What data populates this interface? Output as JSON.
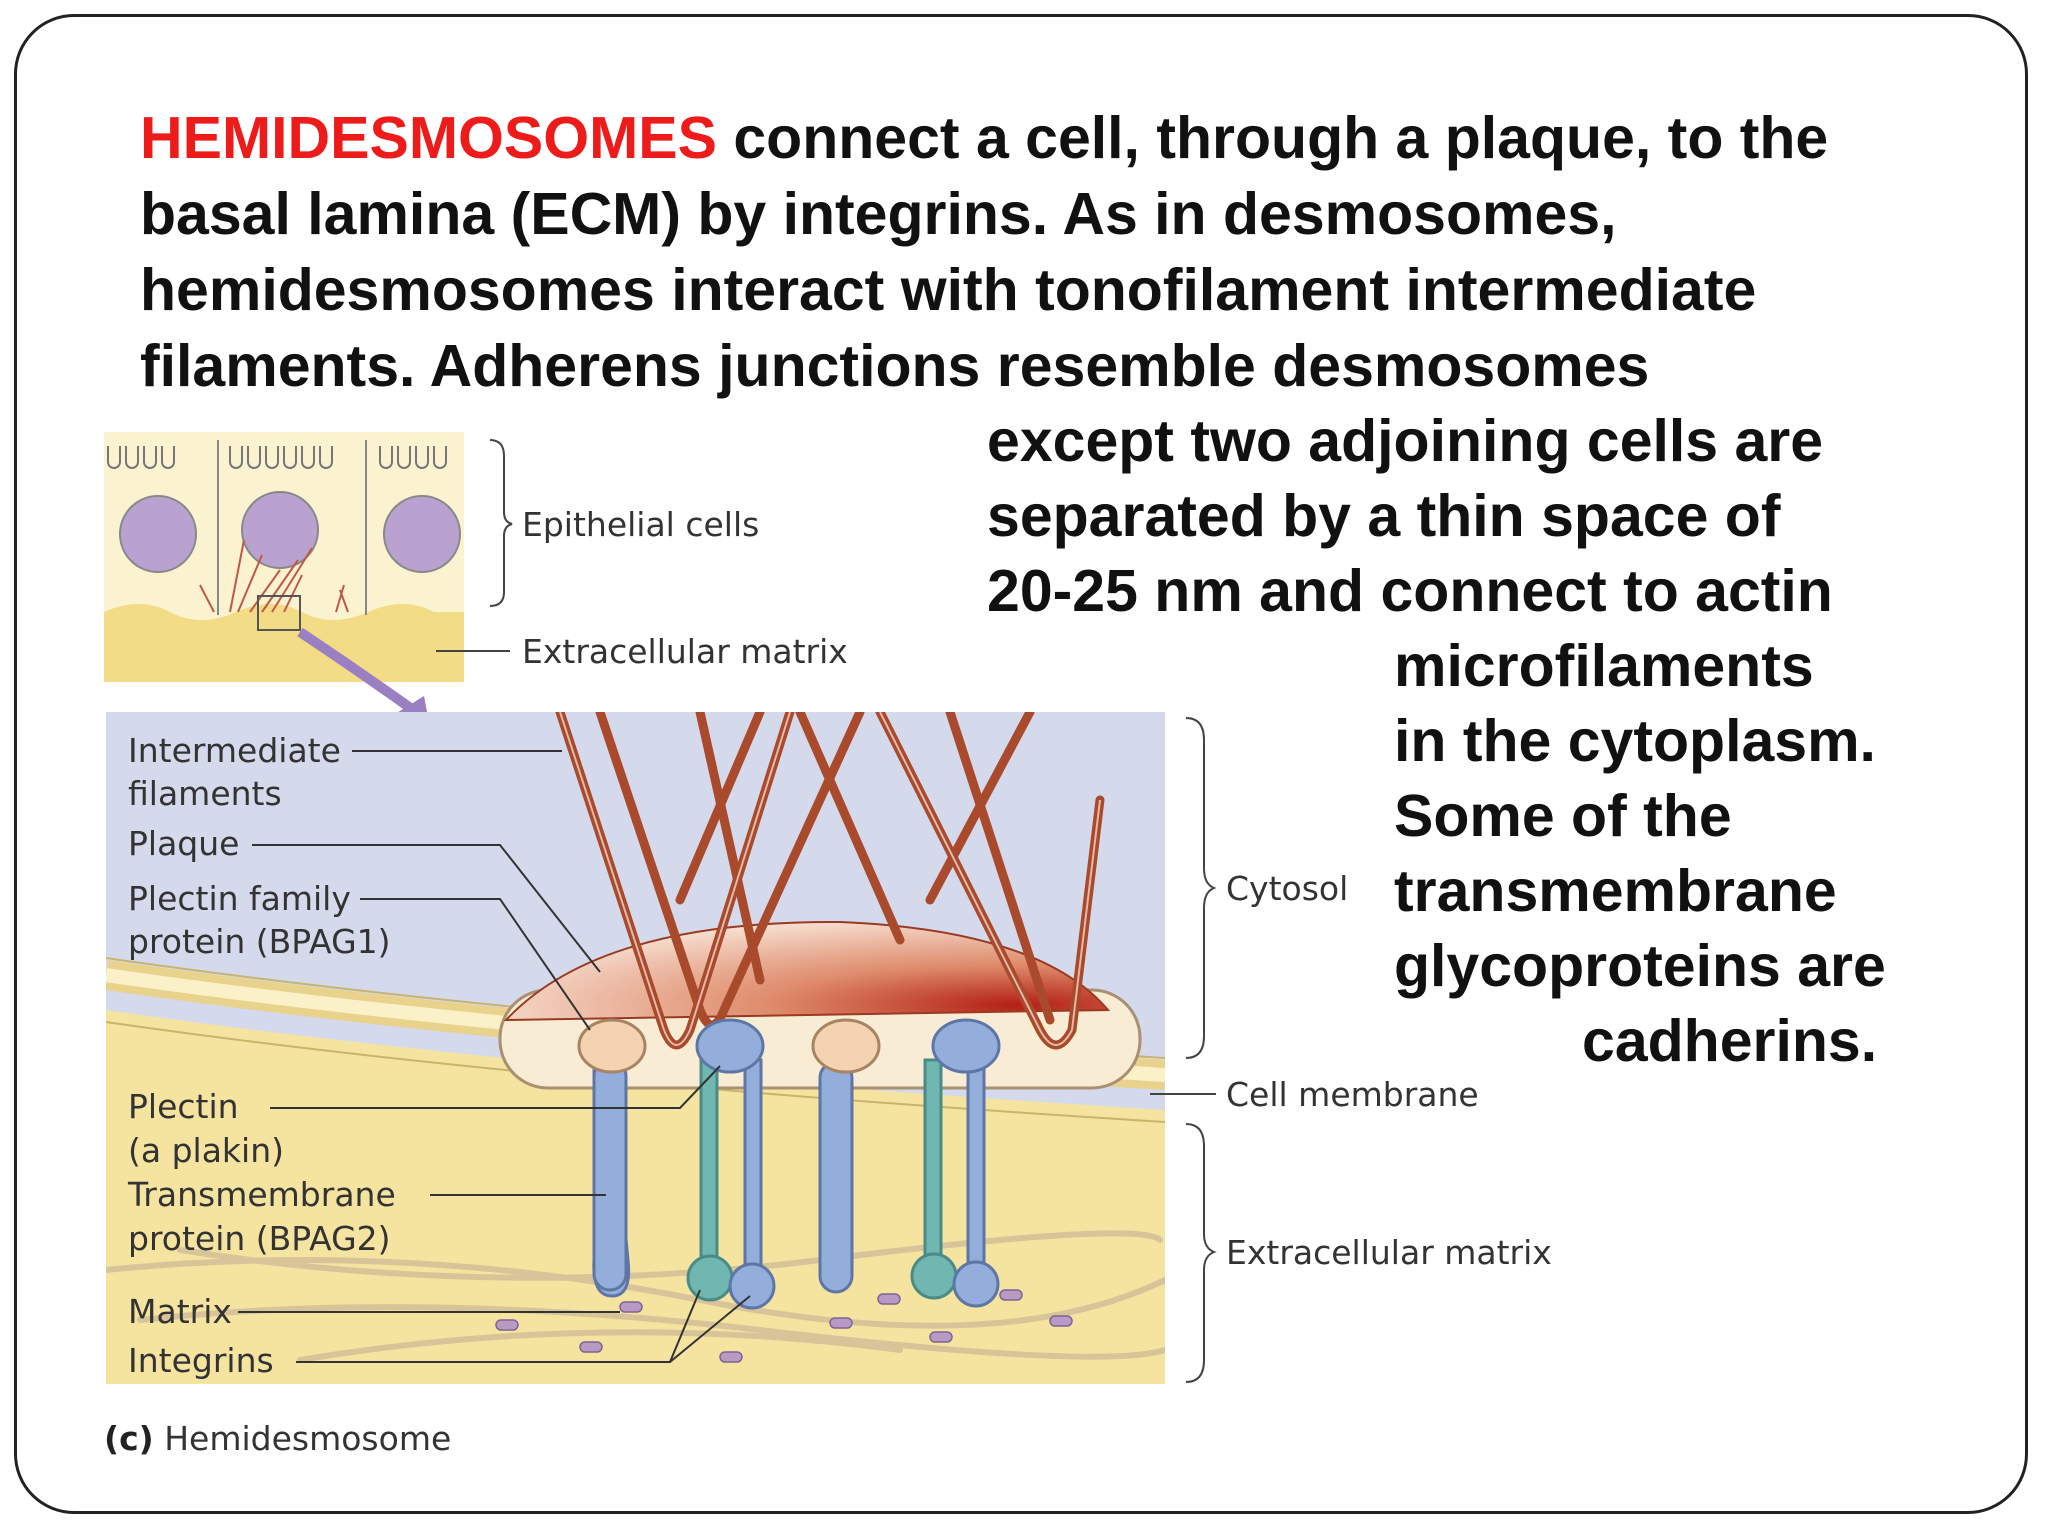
{
  "headline": {
    "keyword": "HEMIDESMOSOMES",
    "rest": " connect a cell, through a plaque, to the basal lamina (ECM) by integrins. As in desmosomes, hemidesmosomes interact with tonofilament intermediate filaments. Adherens junctions resemble desmosomes"
  },
  "side_lines": [
    "except two adjoining cells are",
    "separated by a thin space of",
    "20-25 nm and connect to actin",
    "microfilaments",
    "in the cytoplasm.",
    "Some of the",
    "transmembrane",
    "glycoproteins are",
    "cadherins."
  ],
  "figure": {
    "inset_labels": {
      "epithelial_cells": "Epithelial cells",
      "extracellular_matrix": "Extracellular matrix"
    },
    "left_labels": {
      "intermediate": "Intermediate",
      "filaments": "filaments",
      "plaque": "Plaque",
      "plectin_family": "Plectin family",
      "bpag1": "protein (BPAG1)",
      "plectin": "Plectin",
      "plakin": "(a plakin)",
      "transmembrane": "Transmembrane",
      "bpag2": "protein (BPAG2)",
      "matrix": "Matrix",
      "integrins": "Integrins"
    },
    "right_labels": {
      "cytosol": "Cytosol",
      "cell_membrane": "Cell membrane",
      "extracellular_matrix": "Extracellular matrix"
    },
    "caption_letter": "(c)",
    "caption_text": " Hemidesmosome"
  },
  "colors": {
    "keyword": "#ee1b1b",
    "cytosol_bg": "#d4d9ec",
    "ecm_bg": "#f5e3a0",
    "filament": "#a94a2c",
    "plaque": "#c9452f",
    "plectin": "#f3d3b0",
    "protein_blue": "#93aedb",
    "integrin_teal": "#6fb7b0"
  }
}
